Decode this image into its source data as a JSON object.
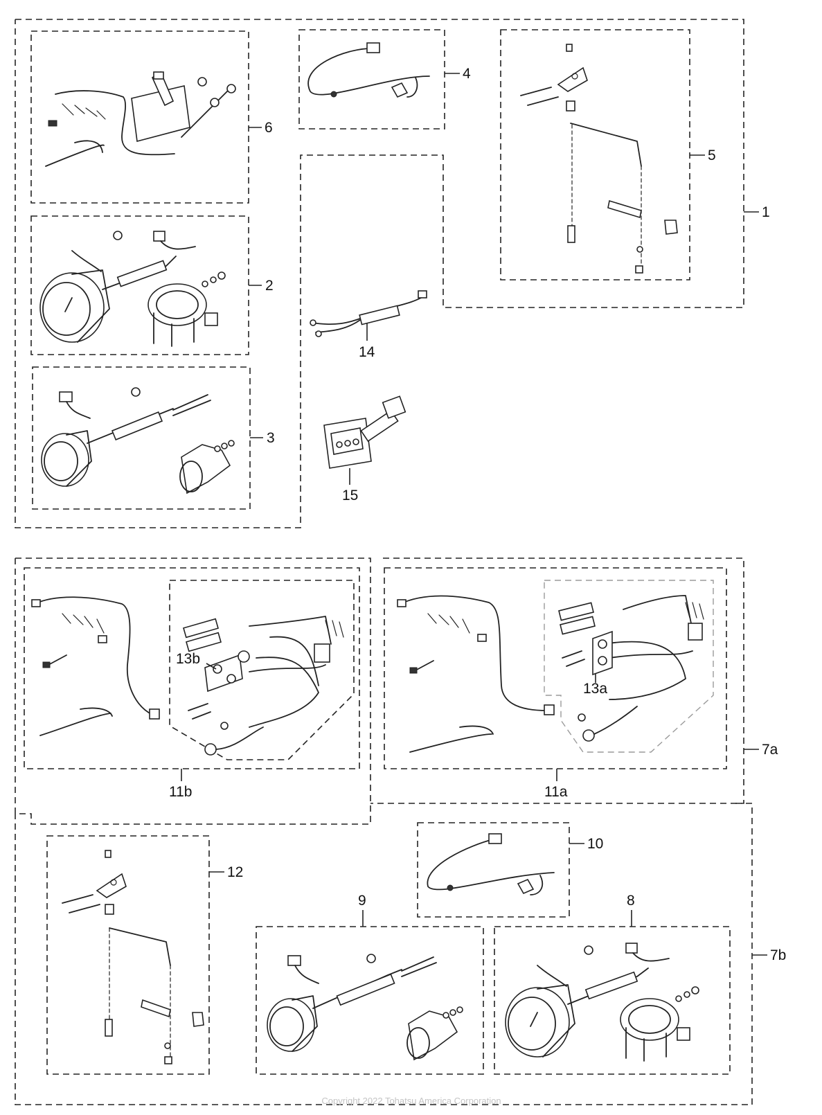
{
  "callouts": {
    "c1": "1",
    "c2": "2",
    "c3": "3",
    "c4": "4",
    "c5": "5",
    "c6": "6",
    "c7a": "7a",
    "c7b": "7b",
    "c8": "8",
    "c9": "9",
    "c10": "10",
    "c11a": "11a",
    "c11b": "11b",
    "c12": "12",
    "c13a": "13a",
    "c13b": "13b",
    "c14": "14",
    "c15": "15"
  },
  "copyright": "Copyright 2022 Tohatsu America Corporation"
}
